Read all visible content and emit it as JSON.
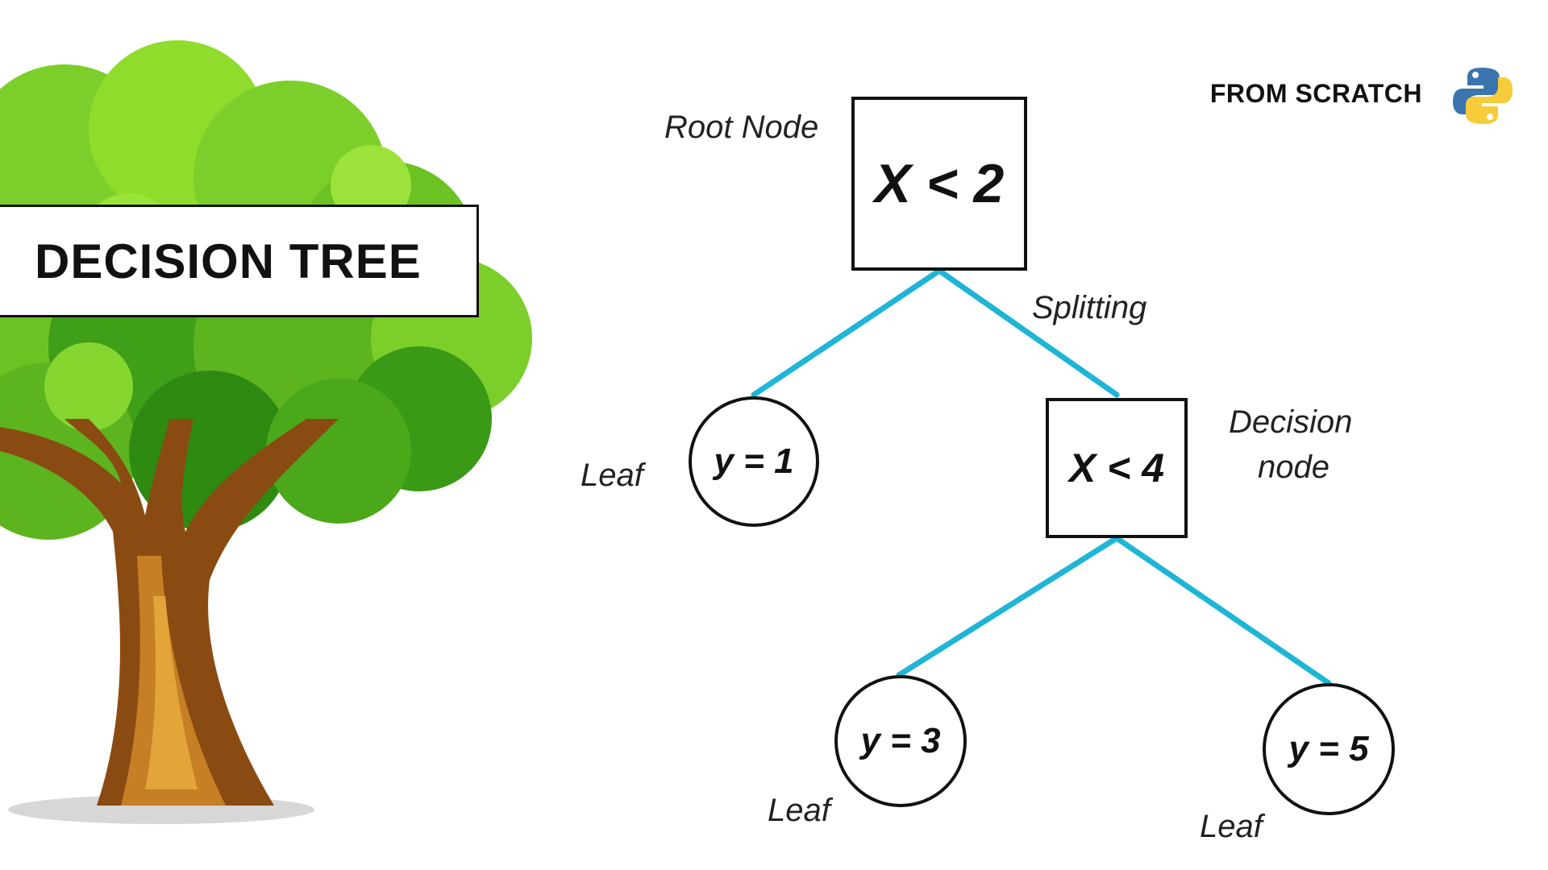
{
  "title": "DECISION TREE",
  "brand": "FROM SCRATCH",
  "brand_icon": "python-logo-icon",
  "colors": {
    "edge": "#1fb5d6",
    "node_border": "#111111",
    "foliage_light": "#8fdc2c",
    "foliage_dark": "#3a9a16",
    "trunk": "#8a4b12",
    "python_blue": "#3a75b0",
    "python_yellow": "#f7cc3a"
  },
  "nodes": {
    "root": "X < 2",
    "decision": "X < 4",
    "leaf1": "y = 1",
    "leaf3": "y = 3",
    "leaf5": "y = 5"
  },
  "labels": {
    "root": "Root Node",
    "splitting": "Splitting",
    "decision_line1": "Decision",
    "decision_line2": "node",
    "leaf1": "Leaf",
    "leaf3": "Leaf",
    "leaf5": "Leaf"
  }
}
